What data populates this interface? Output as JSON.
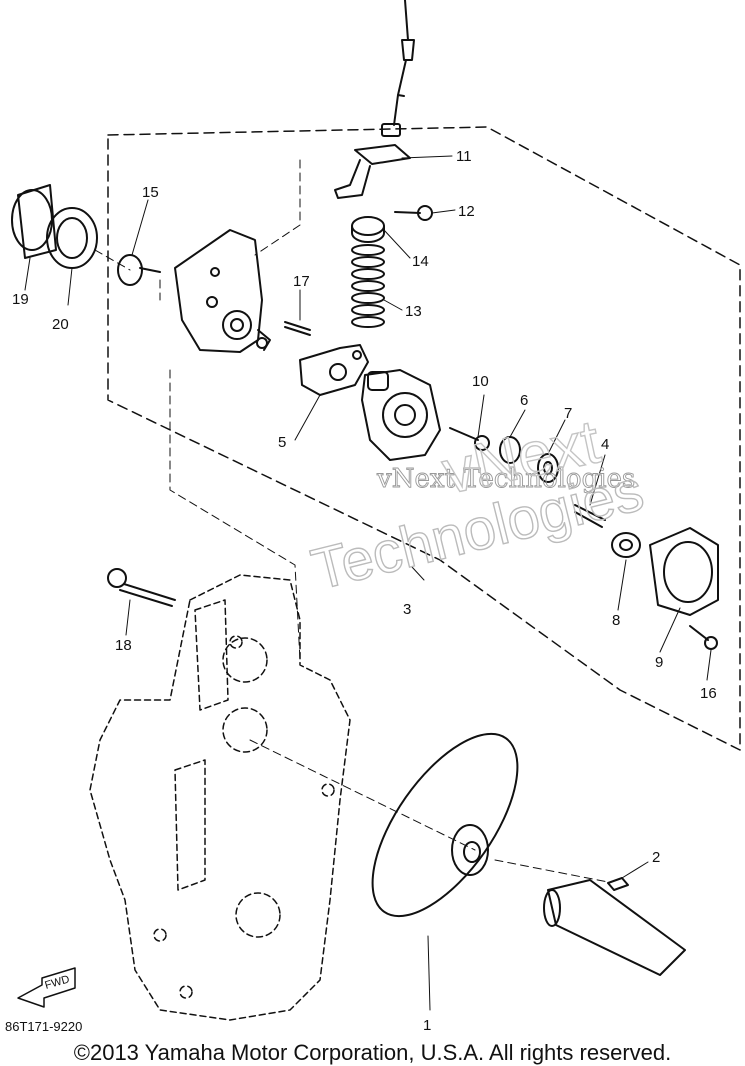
{
  "diagram": {
    "part_numbers": [
      "1",
      "2",
      "3",
      "4",
      "5",
      "6",
      "7",
      "8",
      "9",
      "10",
      "11",
      "12",
      "13",
      "14",
      "15",
      "16",
      "17",
      "18",
      "19",
      "20"
    ],
    "figure_code": "86T171-9220",
    "fwd_label": "FWD"
  },
  "watermark": {
    "line1": "vNext Technologies",
    "line2": "Technologies",
    "line3": "vNext"
  },
  "footer": {
    "copyright": "©2013 Yamaha Motor Corporation, U.S.A. All rights reserved."
  }
}
